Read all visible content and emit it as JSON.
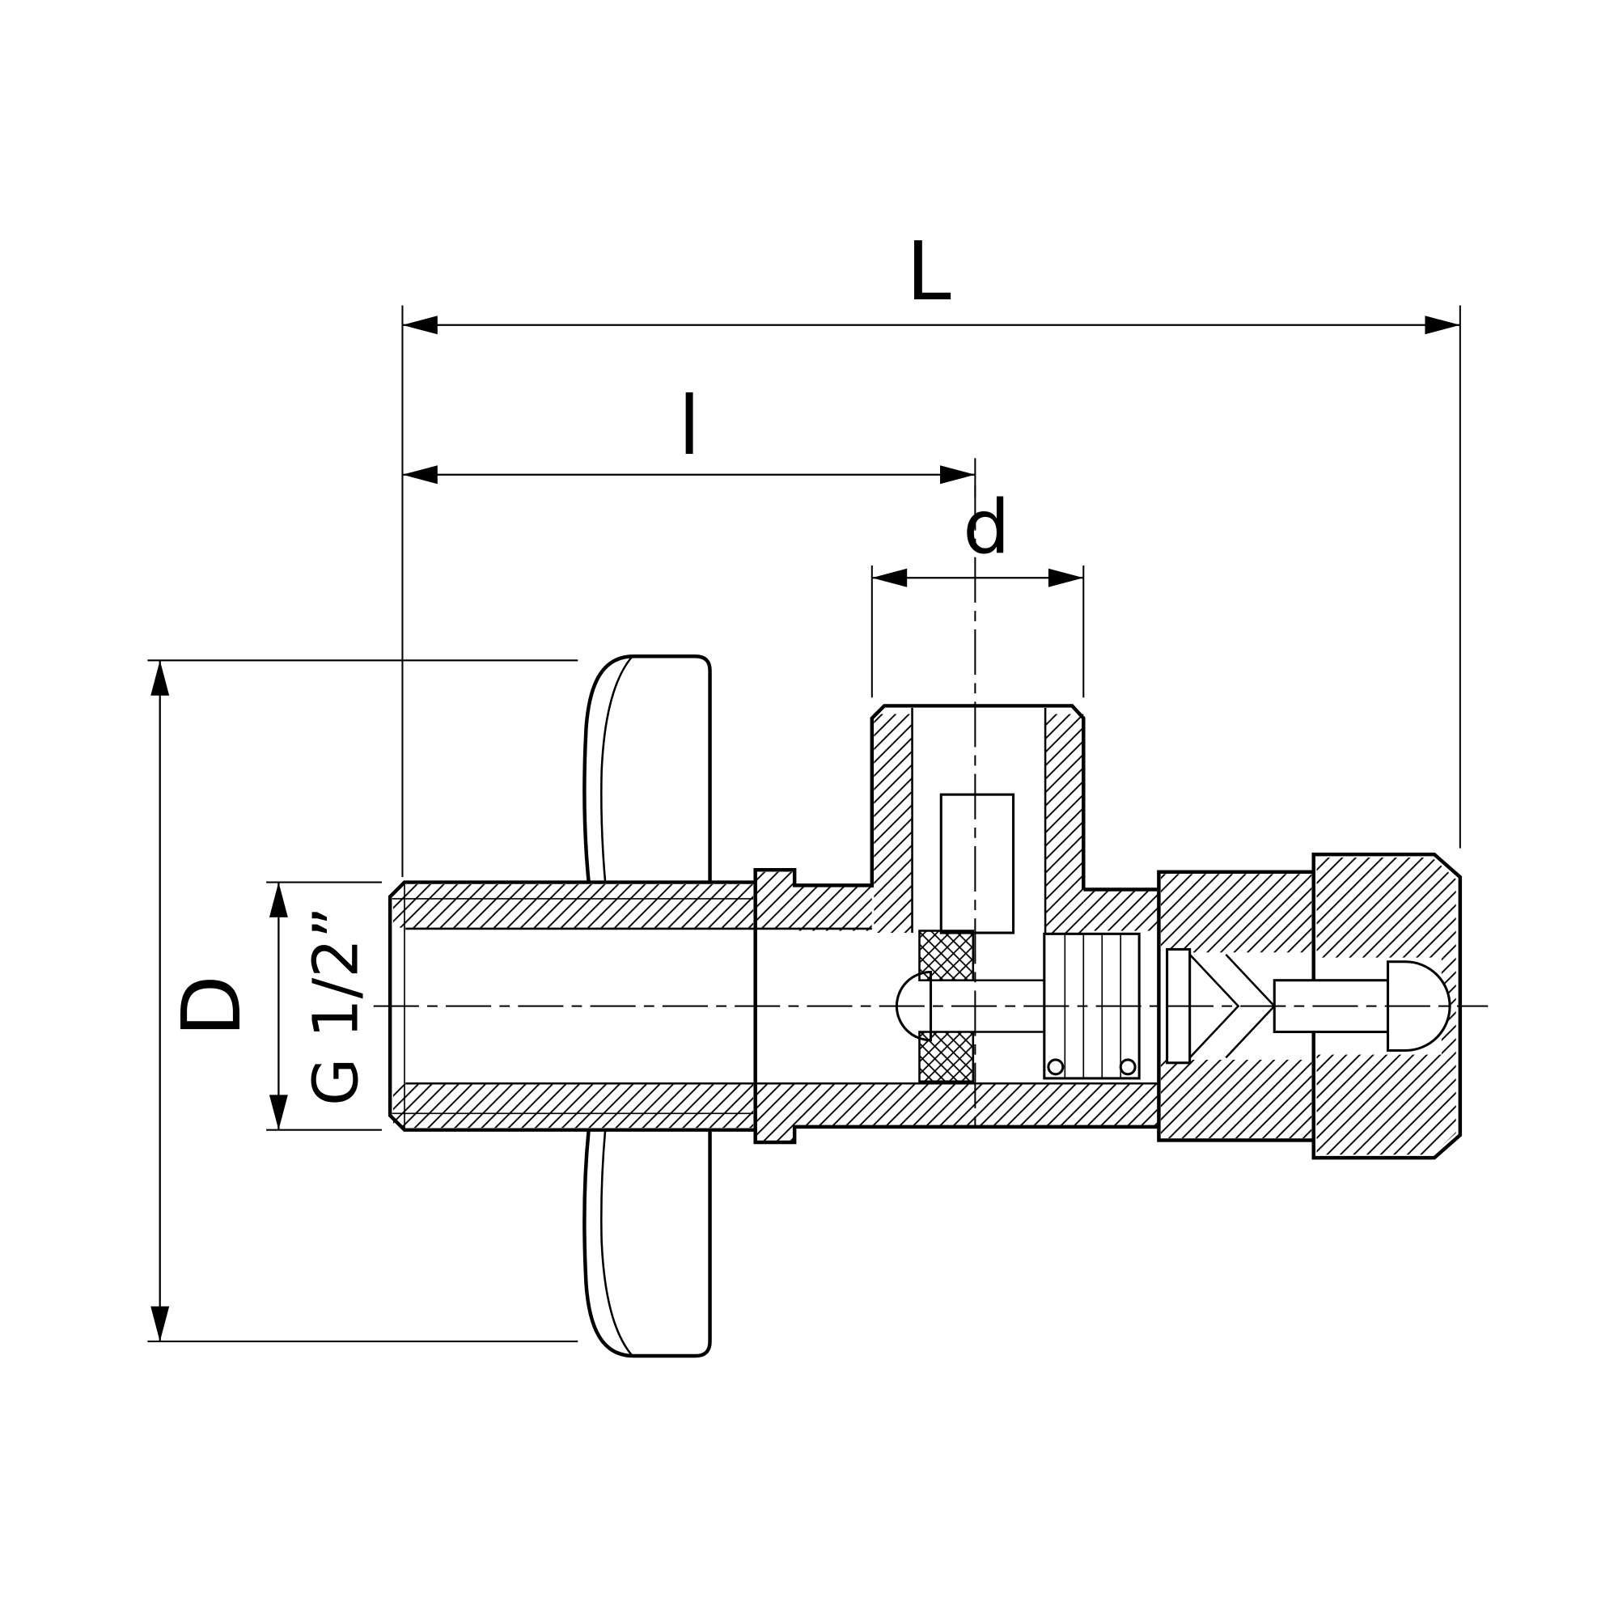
{
  "colors": {
    "line": "#000000",
    "background": "#ffffff"
  },
  "dimensions": {
    "L": "L",
    "l": "l",
    "d": "d",
    "D": "D",
    "thread": "G 1/2”"
  }
}
